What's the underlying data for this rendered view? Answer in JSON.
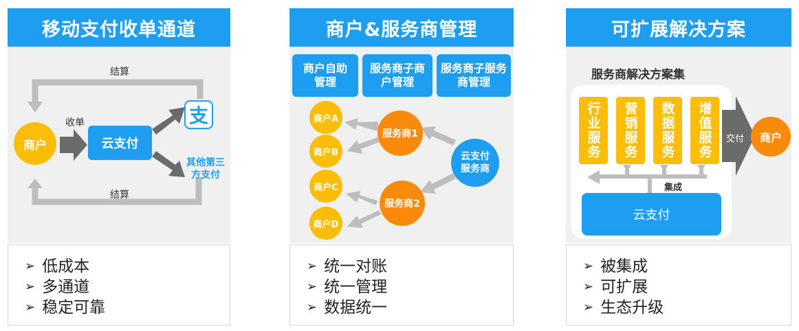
{
  "panel1": {
    "title": "移动支付收单通道",
    "top_label": "结算",
    "bottom_label": "结算",
    "receive_label": "收单",
    "merchant": "商户",
    "cloudpay": "云支付",
    "alipay_glyph": "支",
    "other": "其他第三方支付",
    "bullets": [
      "低成本",
      "多通道",
      "稳定可靠"
    ]
  },
  "panel2": {
    "title": "商户&服务商管理",
    "tabs": [
      "商户自助管理",
      "服务商子商户管理",
      "服务商子服务商管理"
    ],
    "merchants": [
      "商户A",
      "商户B",
      "商户C",
      "商户D"
    ],
    "providers": [
      "服务商1",
      "服务商2"
    ],
    "cloud_provider": "云支付服务商",
    "bullets": [
      "统一对账",
      "统一管理",
      "数据统一"
    ]
  },
  "panel3": {
    "title": "可扩展解决方案",
    "subtitle": "服务商解决方案集",
    "services": [
      "行业服务",
      "营销服务",
      "数据服务",
      "增值服务"
    ],
    "integrate_label": "集成",
    "cloudpay": "云支付",
    "pay_label": "交付",
    "merchant": "商户",
    "bullets": [
      "被集成",
      "可扩展",
      "生态升级"
    ]
  },
  "colors": {
    "blue": "#1e9ef0",
    "yellow": "#fbbd08",
    "orange": "#f98a0c",
    "gray_arrow": "#6b6b6b",
    "light_gray": "#bdbdbd"
  }
}
